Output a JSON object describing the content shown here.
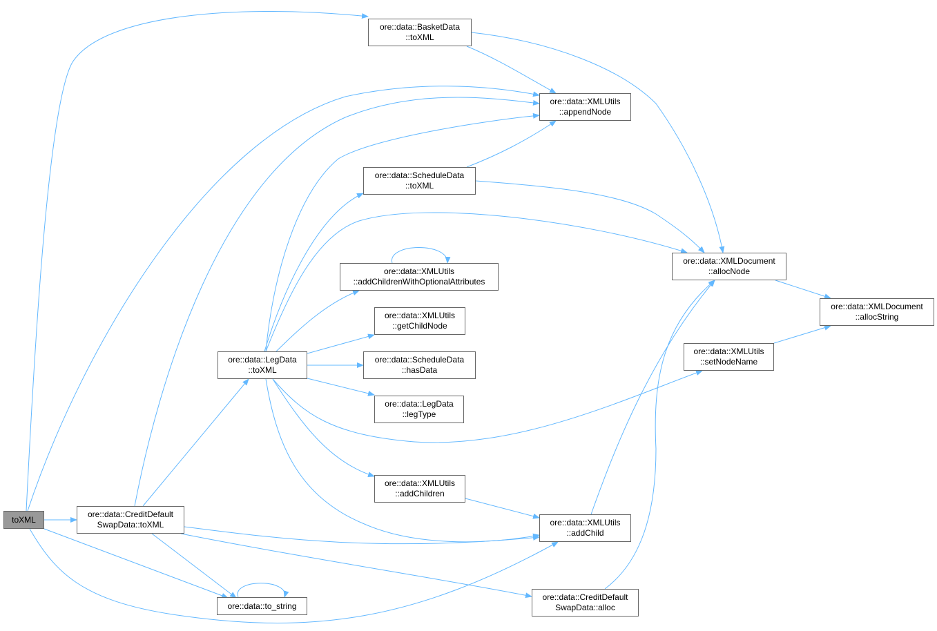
{
  "colors": {
    "edge": "#63b8ff",
    "root_fill": "#999999",
    "border": "#666666"
  },
  "nodes": {
    "root": [
      "toXML"
    ],
    "cds_toxml": [
      "ore::data::CreditDefault",
      "SwapData::toXML"
    ],
    "basket": [
      "ore::data::BasketData",
      "::toXML"
    ],
    "append": [
      "ore::data::XMLUtils",
      "::appendNode"
    ],
    "sched_toxml": [
      "ore::data::ScheduleData",
      "::toXML"
    ],
    "allocnode": [
      "ore::data::XMLDocument",
      "::allocNode"
    ],
    "allocstring": [
      "ore::data::XMLDocument",
      "::allocString"
    ],
    "addwoa": [
      "ore::data::XMLUtils",
      "::addChildrenWithOptionalAttributes"
    ],
    "getchild": [
      "ore::data::XMLUtils",
      "::getChildNode"
    ],
    "hasdata": [
      "ore::data::ScheduleData",
      "::hasData"
    ],
    "legtype": [
      "ore::data::LegData",
      "::legType"
    ],
    "leg_toxml": [
      "ore::data::LegData",
      "::toXML"
    ],
    "setname": [
      "ore::data::XMLUtils",
      "::setNodeName"
    ],
    "addchildren": [
      "ore::data::XMLUtils",
      "::addChildren"
    ],
    "addchild": [
      "ore::data::XMLUtils",
      "::addChild"
    ],
    "tostring": [
      "ore::data::to_string"
    ],
    "alloc": [
      "ore::data::CreditDefault",
      "SwapData::alloc"
    ]
  },
  "edges": [
    [
      "root",
      "basket"
    ],
    [
      "root",
      "append"
    ],
    [
      "root",
      "cds_toxml"
    ],
    [
      "root",
      "tostring"
    ],
    [
      "root",
      "addchild"
    ],
    [
      "cds_toxml",
      "leg_toxml"
    ],
    [
      "cds_toxml",
      "append"
    ],
    [
      "cds_toxml",
      "tostring"
    ],
    [
      "cds_toxml",
      "addchild"
    ],
    [
      "cds_toxml",
      "alloc"
    ],
    [
      "basket",
      "append"
    ],
    [
      "basket",
      "allocnode"
    ],
    [
      "leg_toxml",
      "append"
    ],
    [
      "leg_toxml",
      "sched_toxml"
    ],
    [
      "leg_toxml",
      "allocnode"
    ],
    [
      "leg_toxml",
      "addwoa"
    ],
    [
      "leg_toxml",
      "getchild"
    ],
    [
      "leg_toxml",
      "hasdata"
    ],
    [
      "leg_toxml",
      "legtype"
    ],
    [
      "leg_toxml",
      "setname"
    ],
    [
      "leg_toxml",
      "addchildren"
    ],
    [
      "leg_toxml",
      "addchild"
    ],
    [
      "sched_toxml",
      "append"
    ],
    [
      "sched_toxml",
      "allocnode"
    ],
    [
      "addwoa",
      "addwoa"
    ],
    [
      "allocnode",
      "allocstring"
    ],
    [
      "setname",
      "allocstring"
    ],
    [
      "addchildren",
      "addchild"
    ],
    [
      "addchild",
      "allocnode"
    ],
    [
      "alloc",
      "allocnode"
    ],
    [
      "tostring",
      "tostring"
    ]
  ]
}
